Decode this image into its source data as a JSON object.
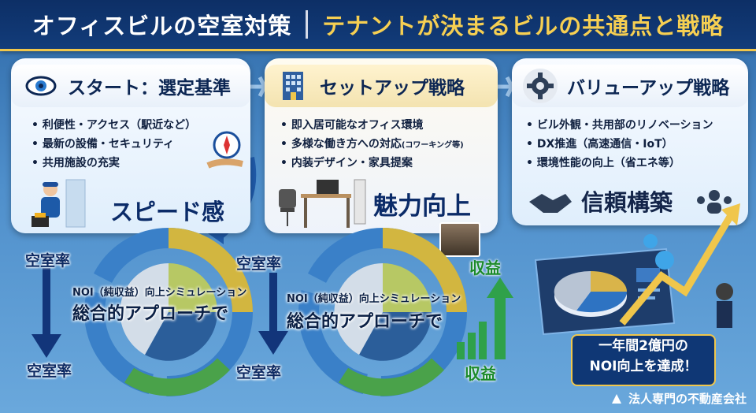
{
  "header": {
    "title_left": "オフィスビルの空室対策",
    "title_right": "テナントが決まるビルの共通点と戦略"
  },
  "panels": [
    {
      "title": "スタート：選定基準",
      "icon": "eye-icon",
      "bullets": [
        "利便性・アクセス（駅近など）",
        "最新の設備・セキュリティ",
        "共用施設の充実"
      ],
      "highlight": "スピード感"
    },
    {
      "title": "セットアップ戦略",
      "icon": "building-icon",
      "bullets": [
        "即入居可能なオフィス環境",
        "多様な働き方への対応",
        "内装デザイン・家具提案"
      ],
      "bullet_note": "(コワーキング等)",
      "highlight": "魅力向上"
    },
    {
      "title": "バリューアップ戦略",
      "icon": "gear-icon",
      "bullets": [
        "ビル外観・共用部のリノベーション",
        "DX推進（高速通信・IoT）",
        "環境性能の向上（省エネ等）"
      ],
      "highlight": "信頼構築"
    }
  ],
  "cycles": [
    {
      "top": "空室率",
      "bottom": "空室率",
      "sim": "NOI（純収益）向上シミュレーション",
      "main": "総合的アプローチで"
    },
    {
      "top": "空室率",
      "bottom": "空室率",
      "sim": "NOI（純収益）向上シミュレーション",
      "main": "総合的アプローチで"
    }
  ],
  "revenue": {
    "top": "収益",
    "bottom": "収益"
  },
  "achievement": {
    "line1": "一年間2億円の",
    "line2": "NOI向上を達成！"
  },
  "footer": {
    "text": "法人専門の不動産会社"
  },
  "colors": {
    "navy": "#0f3775",
    "gold": "#f0c64b",
    "green": "#1b8a2a",
    "sky": "#4f8fcb"
  }
}
